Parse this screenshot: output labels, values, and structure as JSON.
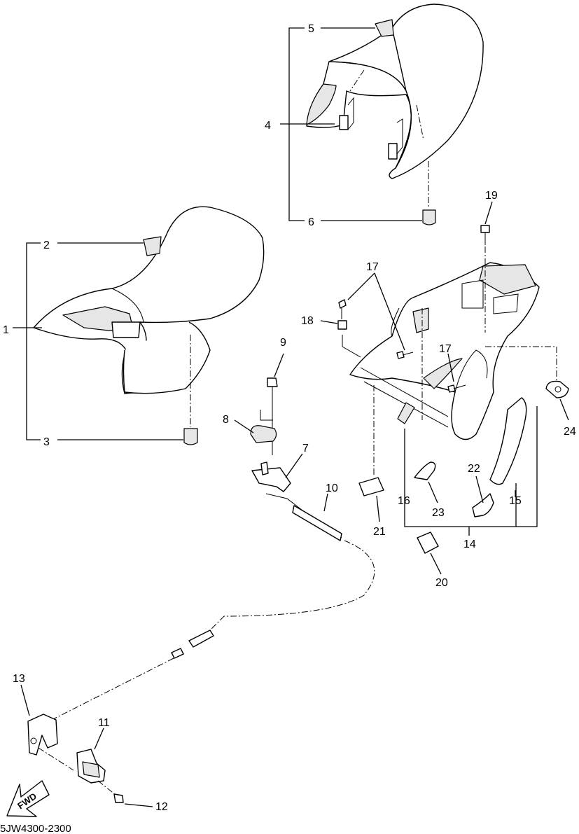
{
  "diagram_id": "5JW4300-2300",
  "fwd_label": "FWD",
  "callouts": [
    {
      "label": "1"
    },
    {
      "label": "2"
    },
    {
      "label": "3"
    },
    {
      "label": "4"
    },
    {
      "label": "5"
    },
    {
      "label": "6"
    },
    {
      "label": "7"
    },
    {
      "label": "8"
    },
    {
      "label": "9"
    },
    {
      "label": "10"
    },
    {
      "label": "11"
    },
    {
      "label": "12"
    },
    {
      "label": "13"
    },
    {
      "label": "14"
    },
    {
      "label": "15"
    },
    {
      "label": "16"
    },
    {
      "label": "17"
    },
    {
      "label": "17"
    },
    {
      "label": "18"
    },
    {
      "label": "19"
    },
    {
      "label": "20"
    },
    {
      "label": "21"
    },
    {
      "label": "22"
    },
    {
      "label": "23"
    },
    {
      "label": "24"
    }
  ]
}
